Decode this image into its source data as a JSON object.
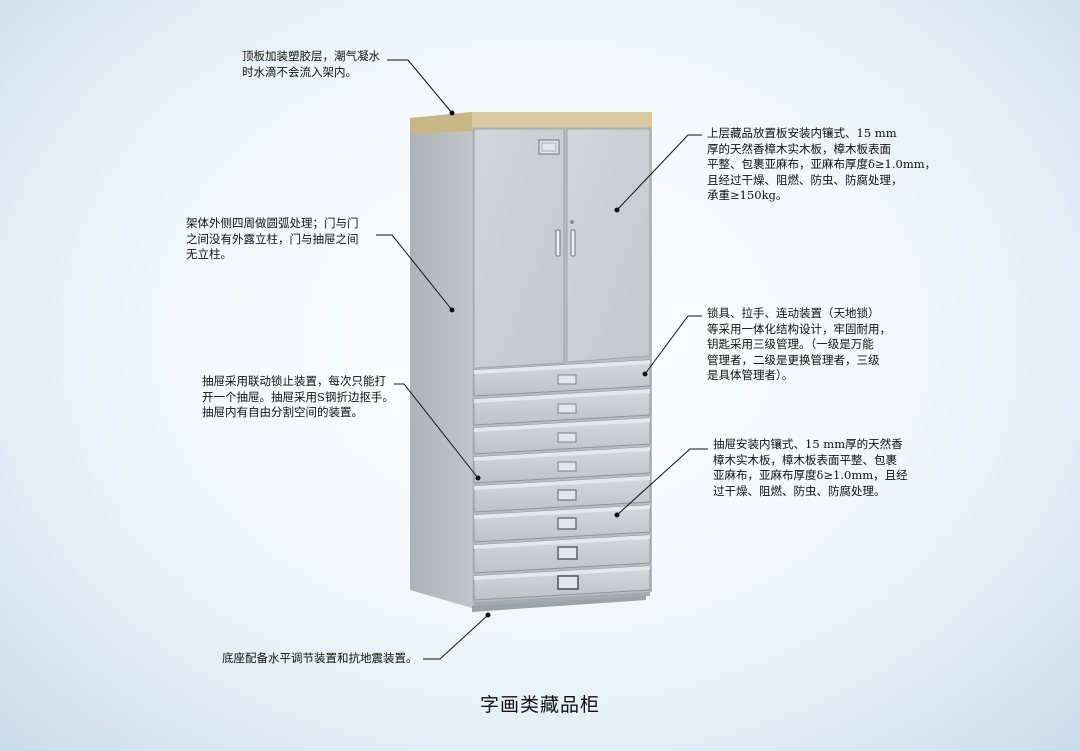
{
  "title": "字画类藏品柜",
  "annotations": {
    "top_board": "顶板加装塑胶层，潮气凝水\n时水滴不会流入架内。",
    "upper_shelf": "上层藏品放置板安装内镶式、15 mm\n厚的天然香樟木实木板，樟木板表面\n平整、包裹亚麻布，亚麻布厚度δ≥1.0mm，\n且经过干燥、阻燃、防虫、防腐处理，\n承重≥150kg。",
    "frame": "架体外侧四周做圆弧处理；门与门\n之间没有外露立柱，门与抽屉之间\n无立柱。",
    "locks": "锁具、拉手、连动装置（天地锁）\n等采用一体化结构设计，牢固耐用，\n钥匙采用三级管理。（一级是万能\n管理者，二级是更换管理者，三级\n是具体管理者）。",
    "drawer_lock": "抽屉采用联动锁止装置，每次只能打\n开一个抽屉。抽屉采用S钢折边抠手。\n抽屉内有自由分割空间的装置。",
    "drawer_board": "抽屉安装内镶式、15 mm厚的天然香\n樟木实木板，樟木板表面平整、包裹\n亚麻布，亚麻布厚度δ≥1.0mm，且经\n过干燥、阻燃、防虫、防腐处理。",
    "base": "底座配备水平调节装置和抗地震装置。"
  },
  "colors": {
    "background": "#dce8f3",
    "cabinet_front": "#c9cdd0",
    "cabinet_side": "#b3b8bc",
    "top_board": "#d8c9a0",
    "leader_line": "#111111"
  }
}
